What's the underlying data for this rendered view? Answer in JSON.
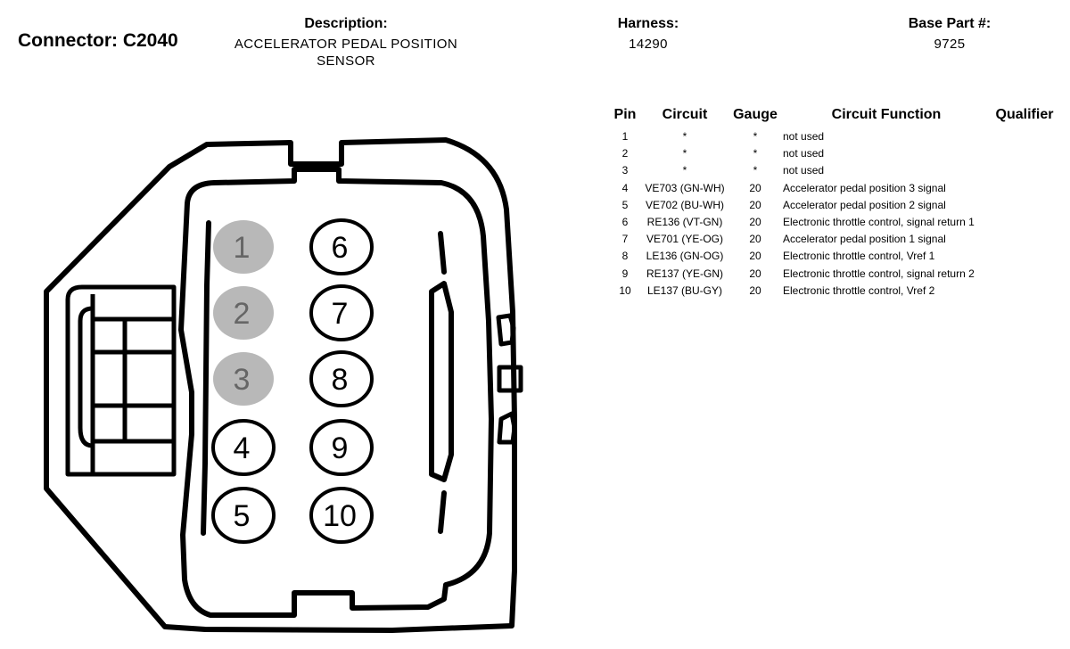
{
  "header": {
    "connector": "Connector: C2040",
    "description_label": "Description:",
    "description_line1": "ACCELERATOR PEDAL POSITION",
    "description_line2": "SENSOR",
    "harness_label": "Harness:",
    "harness_value": "14290",
    "base_part_label": "Base Part #:",
    "base_part_value": "9725"
  },
  "table": {
    "columns": [
      "Pin",
      "Circuit",
      "Gauge",
      "Circuit Function",
      "Qualifier"
    ],
    "rows": [
      {
        "pin": "1",
        "circuit": "*",
        "gauge": "*",
        "function": "not used",
        "qualifier": ""
      },
      {
        "pin": "2",
        "circuit": "*",
        "gauge": "*",
        "function": "not used",
        "qualifier": ""
      },
      {
        "pin": "3",
        "circuit": "*",
        "gauge": "*",
        "function": "not used",
        "qualifier": ""
      },
      {
        "pin": "4",
        "circuit": "VE703 (GN-WH)",
        "gauge": "20",
        "function": "Accelerator pedal position 3 signal",
        "qualifier": ""
      },
      {
        "pin": "5",
        "circuit": "VE702 (BU-WH)",
        "gauge": "20",
        "function": "Accelerator pedal position 2 signal",
        "qualifier": ""
      },
      {
        "pin": "6",
        "circuit": "RE136 (VT-GN)",
        "gauge": "20",
        "function": "Electronic throttle control, signal return 1",
        "qualifier": ""
      },
      {
        "pin": "7",
        "circuit": "VE701 (YE-OG)",
        "gauge": "20",
        "function": "Accelerator pedal position 1 signal",
        "qualifier": ""
      },
      {
        "pin": "8",
        "circuit": "LE136 (GN-OG)",
        "gauge": "20",
        "function": "Electronic throttle control, Vref 1",
        "qualifier": ""
      },
      {
        "pin": "9",
        "circuit": "RE137 (YE-GN)",
        "gauge": "20",
        "function": "Electronic throttle control, signal return 2",
        "qualifier": ""
      },
      {
        "pin": "10",
        "circuit": "LE137 (BU-GY)",
        "gauge": "20",
        "function": "Electronic throttle control, Vref 2",
        "qualifier": ""
      }
    ]
  },
  "diagram": {
    "pins": [
      {
        "label": "1",
        "used": false
      },
      {
        "label": "2",
        "used": false
      },
      {
        "label": "3",
        "used": false
      },
      {
        "label": "4",
        "used": true
      },
      {
        "label": "5",
        "used": true
      },
      {
        "label": "6",
        "used": true
      },
      {
        "label": "7",
        "used": true
      },
      {
        "label": "8",
        "used": true
      },
      {
        "label": "9",
        "used": true
      },
      {
        "label": "10",
        "used": true
      }
    ],
    "colors": {
      "unused_fill": "#b8b8b8",
      "unused_text": "#666666",
      "used_fill": "#ffffff",
      "used_text": "#000000"
    }
  }
}
